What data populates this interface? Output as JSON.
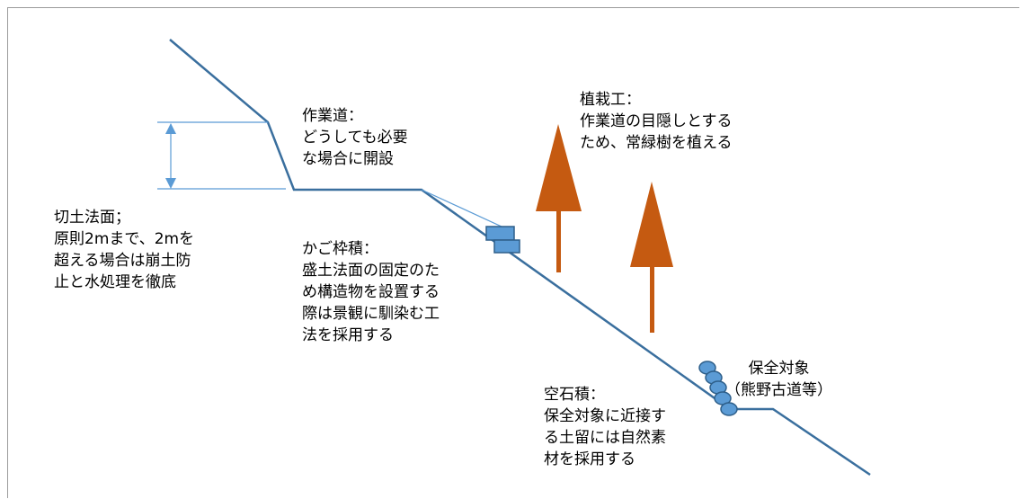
{
  "diagram": {
    "labels": {
      "cut_slope": "切土法面；\n原則2mまで、2mを\n超える場合は崩土防\n止と水処理を徹底",
      "work_road": "作業道：\nどうしても必要\nな場合に開設",
      "gabion": "かご枠積：\n盛土法面の固定のた\nめ構造物を設置する\n際は景観に馴染む工\n法を採用する",
      "planting": "植栽工：\n作業道の目隠しとする\nため、常緑樹を植える",
      "protected_target": "保全対象\n（熊野古道等）",
      "dry_stone": "空石積：\n保全対象に近接す\nる土留には自然素\n材を採用する"
    },
    "colors": {
      "ground_line": "#3a6f9e",
      "dimension_line": "#5b9bd5",
      "gabion_fill": "#5b9bd5",
      "gabion_stroke": "#2e5f8a",
      "stone_fill": "#5b9bd5",
      "tree": "#c55a11",
      "frame": "#9b9b9b"
    },
    "icons": [
      "gabion-box-icon",
      "dry-stone-icon",
      "tree-icon",
      "dimension-arrow-icon"
    ]
  }
}
